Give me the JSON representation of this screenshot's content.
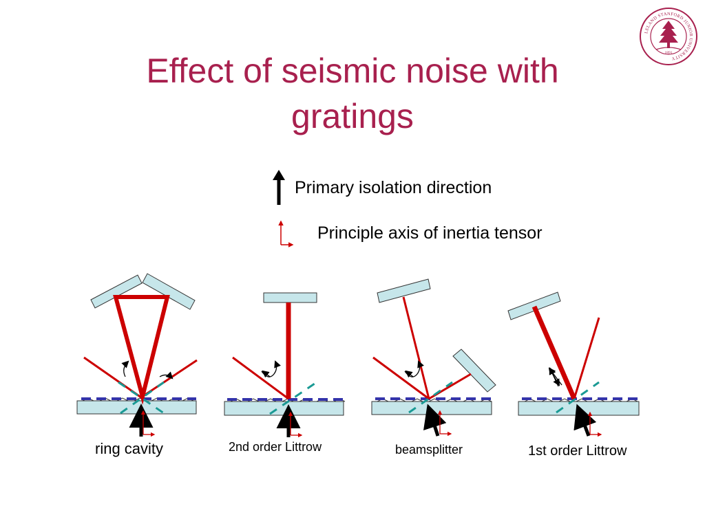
{
  "title": {
    "line1": "Effect of seismic noise with",
    "line2": "gratings",
    "color": "#a8204e"
  },
  "legend": {
    "primary": "Primary isolation direction",
    "principle": "Principle axis of inertia tensor"
  },
  "configs": [
    {
      "name": "ring-cavity",
      "caption": "ring cavity"
    },
    {
      "name": "littrow-2nd",
      "caption": "2nd order Littrow"
    },
    {
      "name": "beamsplitter",
      "caption": "beamsplitter"
    },
    {
      "name": "littrow-1st",
      "caption": "1st order Littrow"
    }
  ],
  "seal": {
    "ring_text": "LELAND STANFORD JUNIOR UNIVERSITY",
    "year": "1891"
  },
  "colors": {
    "beam": "#cc0000",
    "optic_fill": "#c6e6ea",
    "optic_stroke": "#333333",
    "grating_dash": "#3333aa",
    "axis_dash": "#1a9a94",
    "arrow": "#000000",
    "seal": "#a8204e"
  },
  "icons": [
    "primary-arrow-icon",
    "inertia-axis-icon",
    "seal-logo-icon"
  ]
}
